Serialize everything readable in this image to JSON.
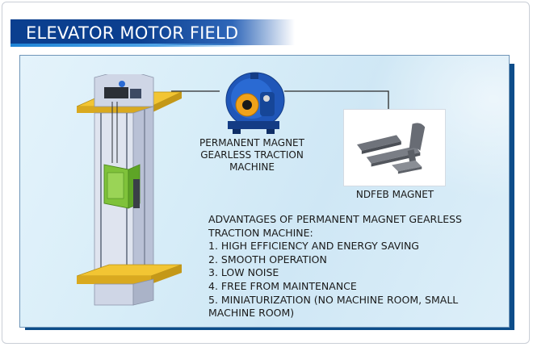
{
  "title": "ELEVATOR MOTOR FIELD",
  "labels": {
    "machine_line1": "PERMANENT MAGNET",
    "machine_line2": "GEARLESS TRACTION",
    "machine_line3": "MACHINE",
    "magnet": "NDFEB MAGNET"
  },
  "advantages": {
    "heading_line1": "ADVANTAGES OF PERMANENT MAGNET GEARLESS",
    "heading_line2": "TRACTION MACHINE:",
    "items": [
      "1. HIGH EFFICIENCY AND ENERGY SAVING",
      "2. SMOOTH OPERATION",
      "3. LOW NOISE",
      "4. FREE FROM MAINTENANCE",
      "5. MINIATURIZATION (NO MACHINE ROOM, SMALL",
      "MACHINE ROOM)"
    ]
  },
  "icons": {
    "elevator": "elevator-shaft-illustration",
    "machine": "traction-machine-illustration",
    "magnet": "ndfeb-magnet-illustration"
  },
  "colors": {
    "title_bar": "#0b3f8f",
    "title_accent": "#1e84d6",
    "panel_bg": "#d7edf8",
    "panel_shadow": "#0d4d8a",
    "machine_blue": "#1f56b8",
    "machine_orange": "#f0a21a",
    "car_green": "#7fc23a",
    "shaft_yellow": "#f2c533"
  }
}
